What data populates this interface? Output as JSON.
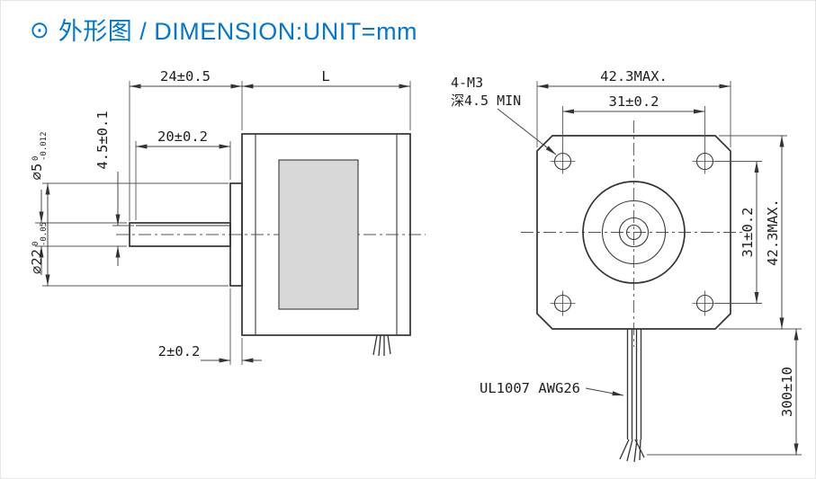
{
  "colors": {
    "accent_blue": "#0077d4",
    "line_dark": "#333333",
    "lamination_gray": "#d8d8d8"
  },
  "title": {
    "icon": "⊙",
    "text": "外形图 / DIMENSION:UNIT=mm"
  },
  "side_view": {
    "dim_shaft_total": "24±0.5",
    "dim_body_length": "L",
    "dim_flat_length": "20±0.2",
    "dim_flat_height": "4.5±0.1",
    "shaft_dia": {
      "main": "∅5",
      "tol_top": "0",
      "tol_bot": "-0.012"
    },
    "boss_dia": {
      "main": "∅22",
      "tol_top": "0",
      "tol_bot": "-0.05"
    },
    "dim_boss_depth": "2±0.2"
  },
  "front_view": {
    "dim_width_max": "42.3MAX.",
    "dim_hole_spacing_h": "31±0.2",
    "hole_note_line1": "4-M3",
    "hole_note_line2": "深4.5 MIN",
    "dim_hole_spacing_v": "31±0.2",
    "dim_height_max": "42.3MAX.",
    "wire_label": "UL1007 AWG26",
    "dim_wire_length": "300±10"
  }
}
